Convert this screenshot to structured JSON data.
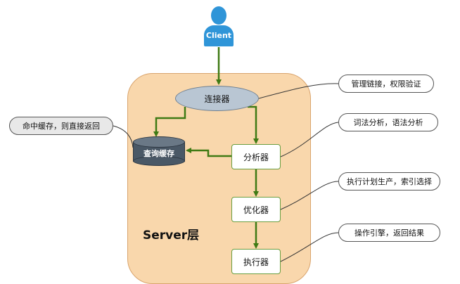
{
  "client": {
    "label": "Client"
  },
  "server": {
    "label": "Server层"
  },
  "components": {
    "connector": "连接器",
    "query_cache": "查询缓存",
    "analyzer": "分析器",
    "optimizer": "优化器",
    "executor": "执行器"
  },
  "callouts": {
    "connector": "管理链接，权限验证",
    "analyzer": "词法分析，语法分析",
    "optimizer": "执行计划生产，索引选择",
    "executor": "操作引擎，返回结果",
    "query_cache": "命中缓存，则直接返回"
  },
  "colors": {
    "arrow": "#3f7a14",
    "server_bg": "#f9d7ac",
    "client": "#2f95d8",
    "connector": "#b9c6d3",
    "cache": "#4a5866"
  }
}
